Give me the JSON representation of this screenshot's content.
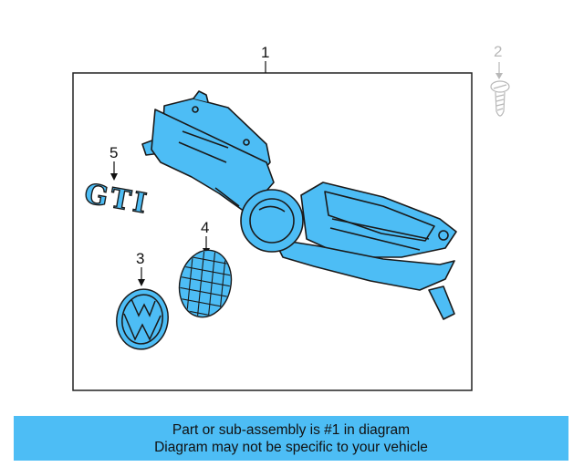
{
  "diagram": {
    "callouts": {
      "part1": "1",
      "part2": "2",
      "part3": "3",
      "part4": "4",
      "part5": "5"
    },
    "emblem_text": "GTI",
    "colors": {
      "part_fill": "#4dbdf5",
      "outline": "#1a1a1a",
      "faded_part": "#b8b8b8",
      "frame": "#222222"
    }
  },
  "caption": {
    "line1": "Part or sub-assembly is #1 in diagram",
    "line2": "Diagram may not be specific to your vehicle",
    "background": "#4dbdf5"
  }
}
